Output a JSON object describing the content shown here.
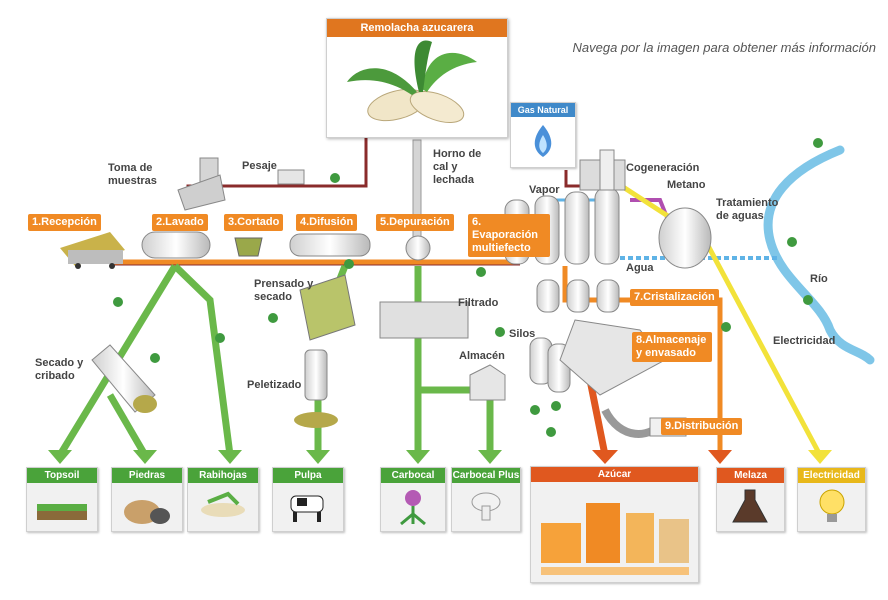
{
  "hint": "Navega por la imagen para obtener más información",
  "top_card": {
    "title": "Remolacha azucarera"
  },
  "gas_card": {
    "title": "Gas Natural"
  },
  "steps": {
    "recepcion": "1.Recepción",
    "lavado": "2.Lavado",
    "cortado": "3.Cortado",
    "difusion": "4.Difusión",
    "depuracion": "5.Depuración",
    "evaporacion": "6. Evaporación multiefecto",
    "cristalizacion": "7.Cristalización",
    "almacenaje": "8.Almacenaje y envasado",
    "distribucion": "9.Distribución"
  },
  "labels": {
    "toma": "Toma de muestras",
    "pesaje": "Pesaje",
    "horno": "Horno de cal y lechada",
    "vapor": "Vapor",
    "cogeneracion": "Cogeneración",
    "metano": "Metano",
    "tratamiento": "Tratamiento de aguas",
    "agua": "Agua",
    "rio": "Río",
    "electricidad": "Electricidad",
    "prensado": "Prensado y secado",
    "filtrado": "Filtrado",
    "silos": "Silos",
    "almacen": "Almacén",
    "secado": "Secado y cribado",
    "peletizado": "Peletizado"
  },
  "products": [
    {
      "key": "topsoil",
      "label": "Topsoil",
      "color": "#4aa33a"
    },
    {
      "key": "piedras",
      "label": "Piedras",
      "color": "#4aa33a"
    },
    {
      "key": "rabihojas",
      "label": "Rabihojas",
      "color": "#4aa33a"
    },
    {
      "key": "pulpa",
      "label": "Pulpa",
      "color": "#4aa33a"
    },
    {
      "key": "carbocal",
      "label": "Carbocal",
      "color": "#4aa33a"
    },
    {
      "key": "carbocal_plus",
      "label": "Carbocal Plus",
      "color": "#4aa33a"
    },
    {
      "key": "azucar",
      "label": "Azúcar",
      "color": "#e0581f"
    },
    {
      "key": "melaza",
      "label": "Melaza",
      "color": "#e0581f"
    },
    {
      "key": "electricidad",
      "label": "Electricidad",
      "color": "#e8b81a"
    }
  ],
  "colors": {
    "orange": "#f08a24",
    "green": "#6ab84a",
    "maroon": "#8a2b2b",
    "yellow": "#f2e23a",
    "blue": "#5fb3e6",
    "purple": "#b04fb0",
    "river": "#7fc6e8"
  }
}
